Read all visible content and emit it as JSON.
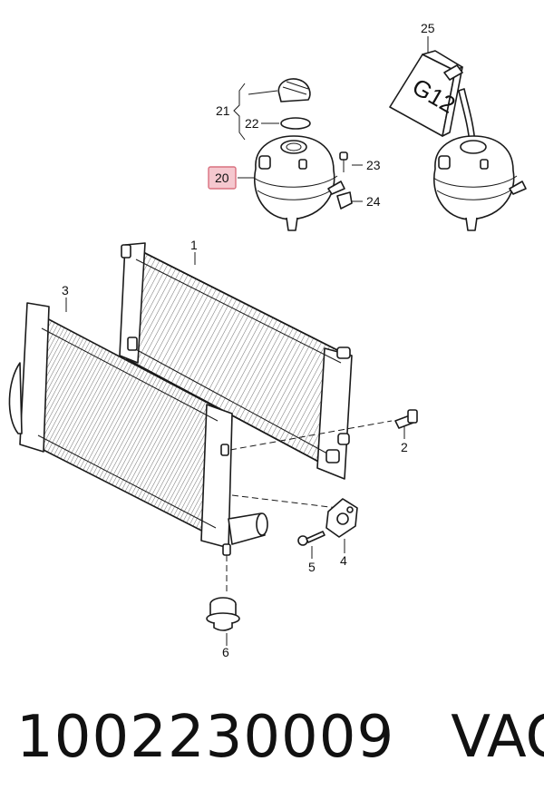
{
  "callouts": {
    "c1": "1",
    "c2": "2",
    "c3": "3",
    "c4": "4",
    "c5": "5",
    "c6": "6",
    "c20": "20",
    "c21": "21",
    "c22": "22",
    "c23": "23",
    "c24": "24",
    "c25": "25"
  },
  "canister_label": "G12",
  "highlight_color": "#f5c8cf",
  "footer": {
    "part_number": "1002230009",
    "brand": "VAG"
  }
}
